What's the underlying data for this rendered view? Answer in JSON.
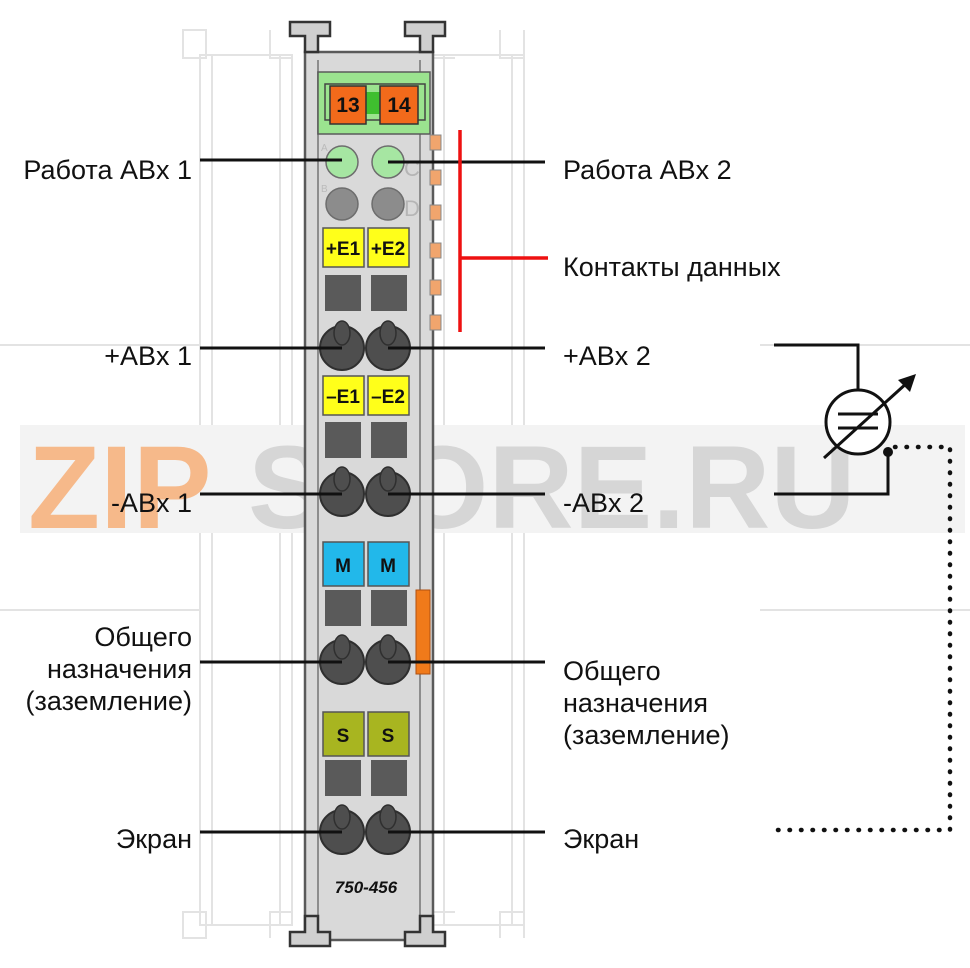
{
  "module": {
    "model": "750-456",
    "top_terminals": [
      "13",
      "14"
    ],
    "led_letters": [
      "A",
      "B",
      "C",
      "D"
    ],
    "pos_terminals": [
      "+E1",
      "+E2"
    ],
    "neg_terminals": [
      "–E1",
      "–E2"
    ],
    "common_terminals": [
      "M",
      "M"
    ],
    "shield_terminals": [
      "S",
      "S"
    ]
  },
  "labels": {
    "status_ch1": "Работа ABx 1",
    "status_ch2": "Работа ABx 2",
    "data_contacts": "Контакты данных",
    "pos_ch1": "+ABx 1",
    "pos_ch2": "+ABx 2",
    "neg_ch1": "-ABx 1",
    "neg_ch2": "-ABx 2",
    "common_left": [
      "Общего",
      "назначения",
      "(заземление)"
    ],
    "common_right": [
      "Общего",
      "назначения",
      "(заземление)"
    ],
    "shield_left": "Экран",
    "shield_right": "Экран"
  },
  "watermark": {
    "part1": "ZIP",
    "part2": "STORE.RU",
    "color1": "#f6b98a",
    "color2": "#d6d6d6"
  },
  "colors": {
    "housing": "#d9d9d9",
    "top_plate": "#9be38f",
    "orange": "#f26a1b",
    "yellow": "#ffff1a",
    "cyan": "#22b8ea",
    "olive": "#a8b520",
    "led_green": "#a6e6a2",
    "led_gray": "#8c8c8c",
    "data_line": "#ee1111"
  }
}
